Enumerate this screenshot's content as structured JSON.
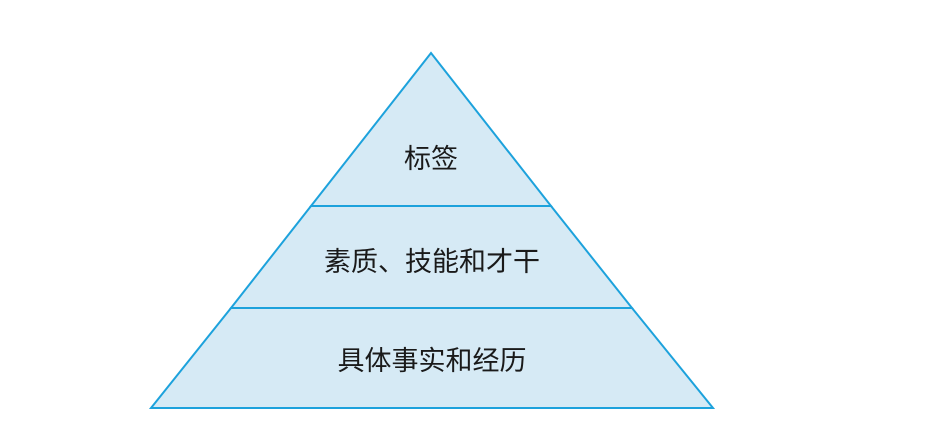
{
  "diagram": {
    "fill_color": "#d6eaf5",
    "stroke_color": "#1da2dc",
    "tiers": [
      {
        "label": "标签"
      },
      {
        "label": "素质、技能和才干"
      },
      {
        "label": "具体事实和经历"
      }
    ]
  }
}
